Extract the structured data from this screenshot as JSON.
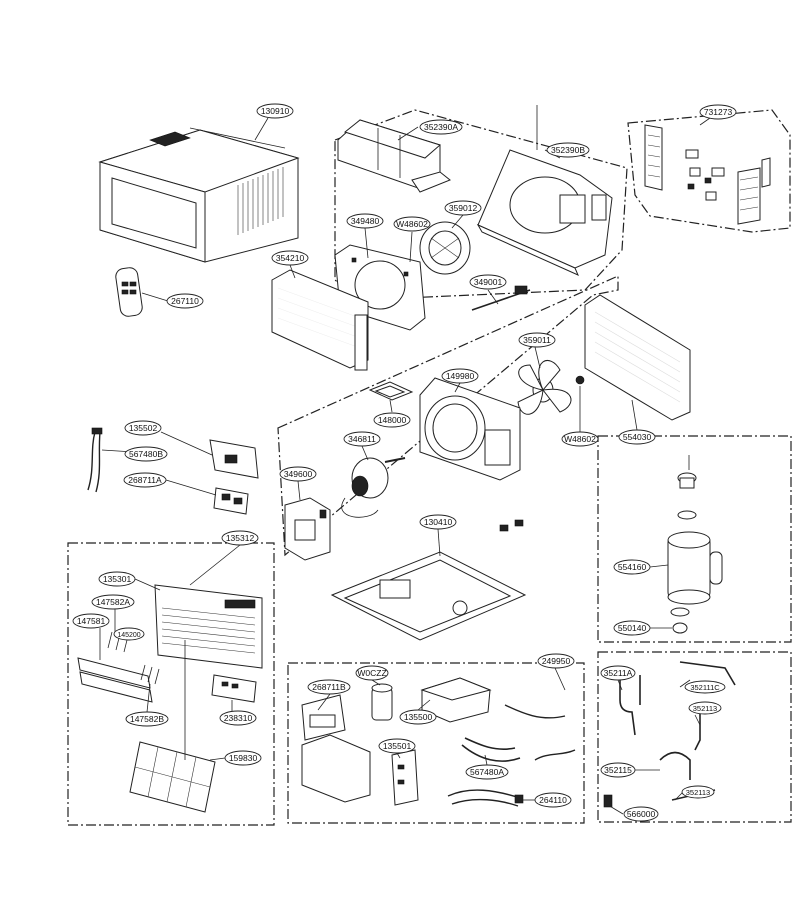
{
  "labels": {
    "p130910": "130910",
    "p352390A": "352390A",
    "p352390B": "352390B",
    "p731273": "731273",
    "p349480": "349480",
    "pW48602a": "W48602",
    "p359012": "359012",
    "p354210": "354210",
    "p349001": "349001",
    "p267110": "267110",
    "p359011": "359011",
    "p149980": "149980",
    "p148000": "148000",
    "pW48602b": "W48602",
    "p554030": "554030",
    "p135502": "135502",
    "p567480B": "567480B",
    "p268711A": "268711A",
    "p346811": "346811",
    "p349600": "349600",
    "p130410": "130410",
    "p554160": "554160",
    "p550140": "550140",
    "p135312": "135312",
    "p135301": "135301",
    "p147582A": "147582A",
    "p145200": "145200",
    "p147581": "147581",
    "p147582B": "147582B",
    "p238310": "238310",
    "p159830": "159830",
    "p249950": "249950",
    "p268711B": "268711B",
    "pW0CZZ": "W0CZZ",
    "p135500": "135500",
    "p135501": "135501",
    "p567480A": "567480A",
    "p264110": "264110",
    "p35211A": "35211A",
    "p352111C": "352111C",
    "p352113": "352113",
    "p352115": "352115",
    "p352113b": "352113",
    "p566000": "566000"
  },
  "colors": {
    "line": "#222222",
    "background": "#ffffff"
  }
}
